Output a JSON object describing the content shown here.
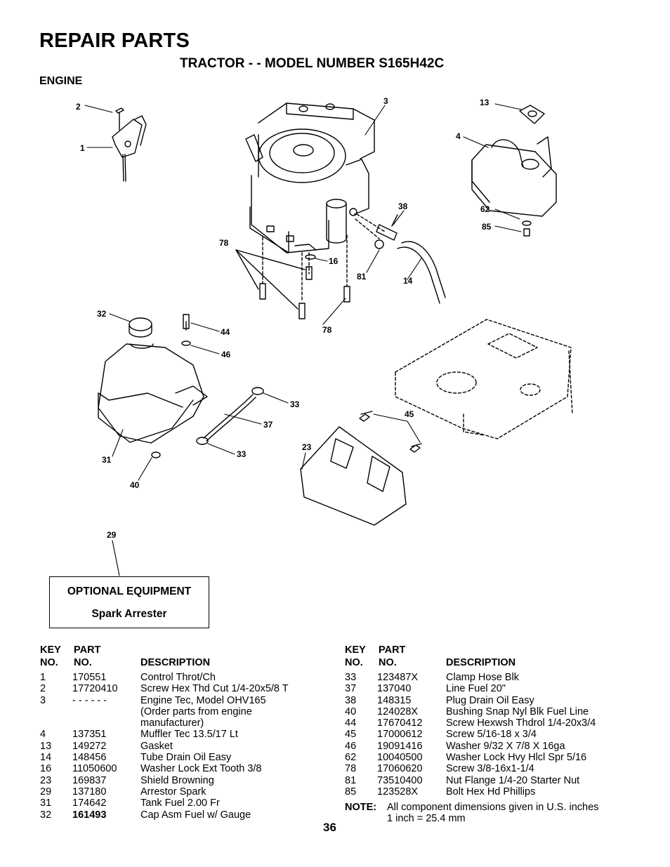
{
  "header": {
    "title": "REPAIR PARTS",
    "subtitle": "TRACTOR - - MODEL NUMBER S165H42C",
    "section": "ENGINE"
  },
  "callouts": [
    "2",
    "1",
    "3",
    "13",
    "4",
    "38",
    "62",
    "85",
    "78",
    "16",
    "81",
    "14",
    "32",
    "44",
    "46",
    "78",
    "33",
    "37",
    "45",
    "23",
    "33",
    "31",
    "40",
    "29"
  ],
  "optional_equipment": {
    "heading": "OPTIONAL EQUIPMENT",
    "item": "Spark Arrester"
  },
  "table_headers": {
    "key": "KEY",
    "no": "NO.",
    "part": "PART",
    "part_no": "NO.",
    "description": "DESCRIPTION"
  },
  "parts_left": [
    {
      "key": "1",
      "part": "170551",
      "desc": "Control Throt/Ch"
    },
    {
      "key": "2",
      "part": "17720410",
      "desc": "Screw Hex Thd Cut 1/4-20x5/8 T"
    },
    {
      "key": "3",
      "part": "- - - - - -",
      "desc": "Engine Tec, Model OHV165\n(Order parts from engine\nmanufacturer)"
    },
    {
      "key": "4",
      "part": "137351",
      "desc": "Muffler Tec 13.5/17 Lt"
    },
    {
      "key": "13",
      "part": "149272",
      "desc": "Gasket"
    },
    {
      "key": "14",
      "part": "148456",
      "desc": "Tube Drain Oil Easy"
    },
    {
      "key": "16",
      "part": "11050600",
      "desc": "Washer Lock Ext Tooth 3/8"
    },
    {
      "key": "23",
      "part": "169837",
      "desc": "Shield Browning"
    },
    {
      "key": "29",
      "part": "137180",
      "desc": "Arrestor Spark"
    },
    {
      "key": "31",
      "part": "174642",
      "desc": "Tank Fuel 2.00 Fr"
    },
    {
      "key": "32",
      "part": "161493",
      "desc": "Cap Asm Fuel w/ Gauge"
    }
  ],
  "parts_right": [
    {
      "key": "33",
      "part": "123487X",
      "desc": "Clamp Hose Blk"
    },
    {
      "key": "37",
      "part": "137040",
      "desc": "Line Fuel 20\""
    },
    {
      "key": "38",
      "part": "148315",
      "desc": "Plug Drain Oil Easy"
    },
    {
      "key": "40",
      "part": "124028X",
      "desc": "Bushing Snap Nyl Blk Fuel Line"
    },
    {
      "key": "44",
      "part": "17670412",
      "desc": "Screw Hexwsh Thdrol 1/4-20x3/4"
    },
    {
      "key": "45",
      "part": "17000612",
      "desc": "Screw 5/16-18 x 3/4"
    },
    {
      "key": "46",
      "part": "19091416",
      "desc": "Washer 9/32 X 7/8 X 16ga"
    },
    {
      "key": "62",
      "part": "10040500",
      "desc": "Washer Lock Hvy Hlcl Spr 5/16"
    },
    {
      "key": "78",
      "part": "17060620",
      "desc": "Screw 3/8-16x1-1/4"
    },
    {
      "key": "81",
      "part": "73510400",
      "desc": "Nut Flange 1/4-20 Starter Nut"
    },
    {
      "key": "85",
      "part": "123528X",
      "desc": "Bolt Hex Hd Phillips"
    }
  ],
  "note": {
    "label": "NOTE:",
    "text": "All component dimensions given in U.S. inches\n1 inch = 25.4 mm"
  },
  "page_number": "36"
}
